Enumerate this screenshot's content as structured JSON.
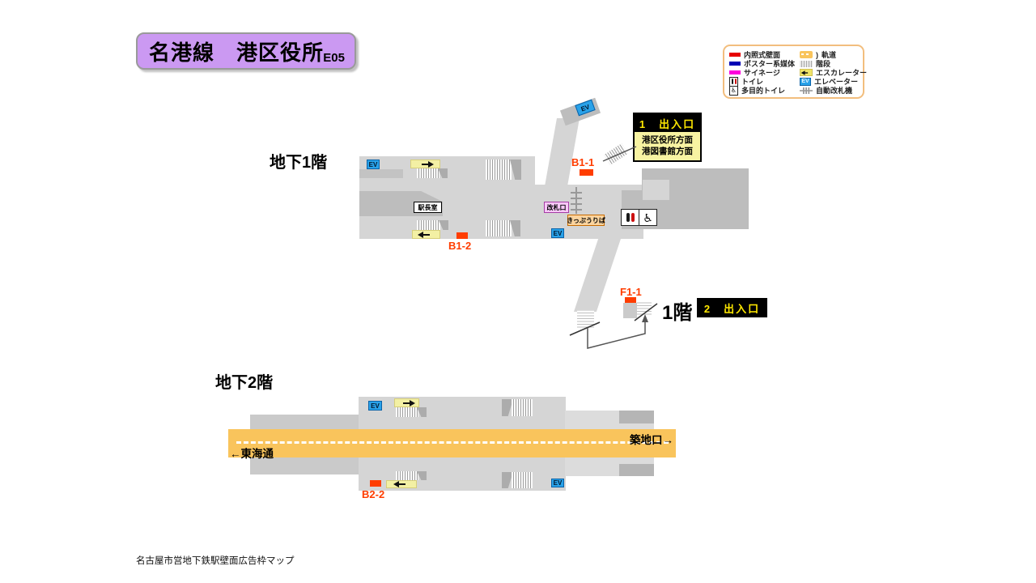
{
  "title": {
    "text": "名港線　港区役所",
    "code": "E05"
  },
  "legend": {
    "items_left": [
      {
        "label": "内照式壁面"
      },
      {
        "label": "ポスター系媒体"
      },
      {
        "label": "サイネージ"
      },
      {
        "label": "トイレ"
      },
      {
        "label": "多目的トイレ"
      }
    ],
    "items_right": [
      {
        "label": "軌道",
        "prefix": ")"
      },
      {
        "label": "階段"
      },
      {
        "label": "エスカレーター"
      },
      {
        "label": "エレベーター"
      },
      {
        "label": "自動改札機"
      }
    ],
    "ev_text": "EV"
  },
  "icons": {
    "wheelchair": "♿"
  },
  "colors": {
    "title_purple": "#CB99F2",
    "track_orange": "#F9C45C",
    "mark_red": "#FF3D00",
    "ev_blue": "#29A2E9",
    "exit_yellow": "#F8F3A2",
    "exit_text_yellow": "#FFE800",
    "legend_red": "#E60000",
    "legend_blue": "#0000B4",
    "legend_magenta": "#FF00DC"
  },
  "floors": {
    "b1": "地下1階",
    "f1": "1階",
    "b2": "地下2階"
  },
  "b1f": {
    "ev": "EV",
    "station_office": "駅長室",
    "gate": "改札口",
    "ticket": "きっぷうりば",
    "spot1": "B1-1",
    "spot2": "B1-2",
    "exit1_title": "1　出入口",
    "exit1_line1": "港区役所方面",
    "exit1_line2": "港図書館方面"
  },
  "f1": {
    "spot": "F1-1",
    "exit2_title": "2　出入口"
  },
  "b2f": {
    "ev": "EV",
    "dir_left": "←東海通",
    "dir_right": "築地口→",
    "spot": "B2-2"
  },
  "footer": "名古屋市営地下鉄駅壁面広告枠マップ"
}
